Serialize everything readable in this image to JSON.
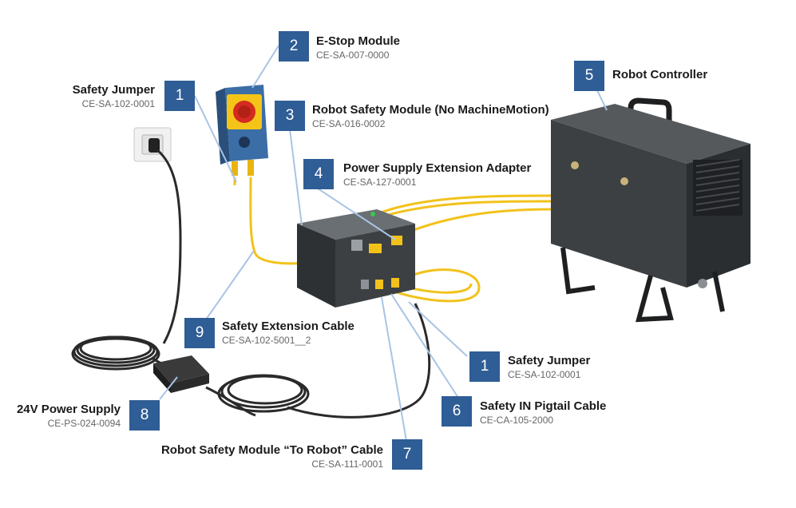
{
  "colors": {
    "badge": "#2f5d95",
    "cable_yellow": "#f2c21b",
    "cable_black": "#2a2a2a",
    "housing": "#3c4043",
    "estop_body": "#3b6ea6",
    "estop_button": "#d42a1f"
  },
  "components": [
    {
      "id": "estop",
      "number": "2",
      "title": "E-Stop Module",
      "part": "CE-SA-007-0000"
    },
    {
      "id": "jumper_top",
      "number": "1",
      "title": "Safety Jumper",
      "part": "CE-SA-102-0001"
    },
    {
      "id": "rsm",
      "number": "3",
      "title": "Robot Safety Module (No MachineMotion)",
      "part": "CE-SA-016-0002"
    },
    {
      "id": "psea",
      "number": "4",
      "title": "Power Supply Extension Adapter",
      "part": "CE-SA-127-0001"
    },
    {
      "id": "controller",
      "number": "5",
      "title": "Robot Controller",
      "part": ""
    },
    {
      "id": "ext_cable",
      "number": "9",
      "title": "Safety Extension Cable",
      "part": "CE-SA-102-5001__2"
    },
    {
      "id": "jumper_right",
      "number": "1",
      "title": "Safety Jumper",
      "part": "CE-SA-102-0001"
    },
    {
      "id": "pigtail",
      "number": "6",
      "title": "Safety IN Pigtail Cable",
      "part": "CE-CA-105-2000"
    },
    {
      "id": "power",
      "number": "8",
      "title": "24V Power Supply",
      "part": "CE-PS-024-0094"
    },
    {
      "id": "to_robot",
      "number": "7",
      "title": "Robot Safety Module “To Robot” Cable",
      "part": "CE-SA-111-0001"
    }
  ]
}
